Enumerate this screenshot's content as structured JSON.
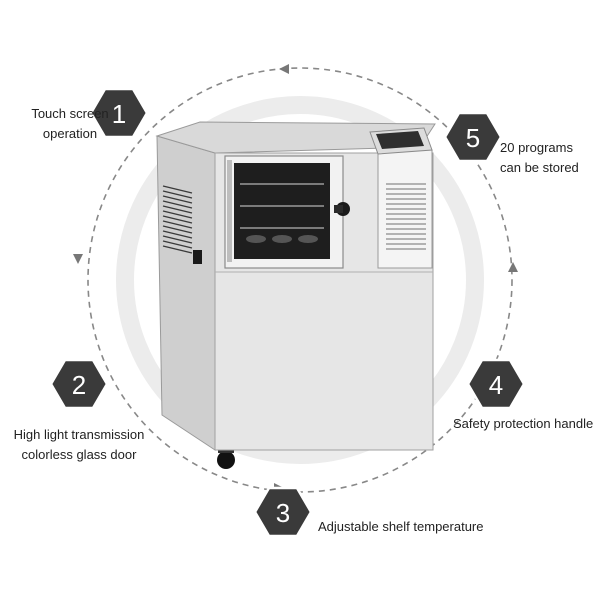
{
  "features": [
    {
      "number": "1",
      "lines": [
        "Touch screen",
        "operation"
      ]
    },
    {
      "number": "2",
      "lines": [
        "High light transmission",
        "colorless glass door"
      ]
    },
    {
      "number": "3",
      "lines": [
        "Adjustable shelf temperature"
      ]
    },
    {
      "number": "4",
      "lines": [
        "Safety protection handle"
      ]
    },
    {
      "number": "5",
      "lines": [
        "20 programs",
        "can be stored"
      ]
    }
  ],
  "colors": {
    "hex_fill": "#3a3a3a",
    "hex_stroke": "#ffffff",
    "ring": "#ececec",
    "dash_circle": "#888888",
    "machine_body": "#e2e2e2",
    "machine_dark": "#2b2b2b"
  }
}
